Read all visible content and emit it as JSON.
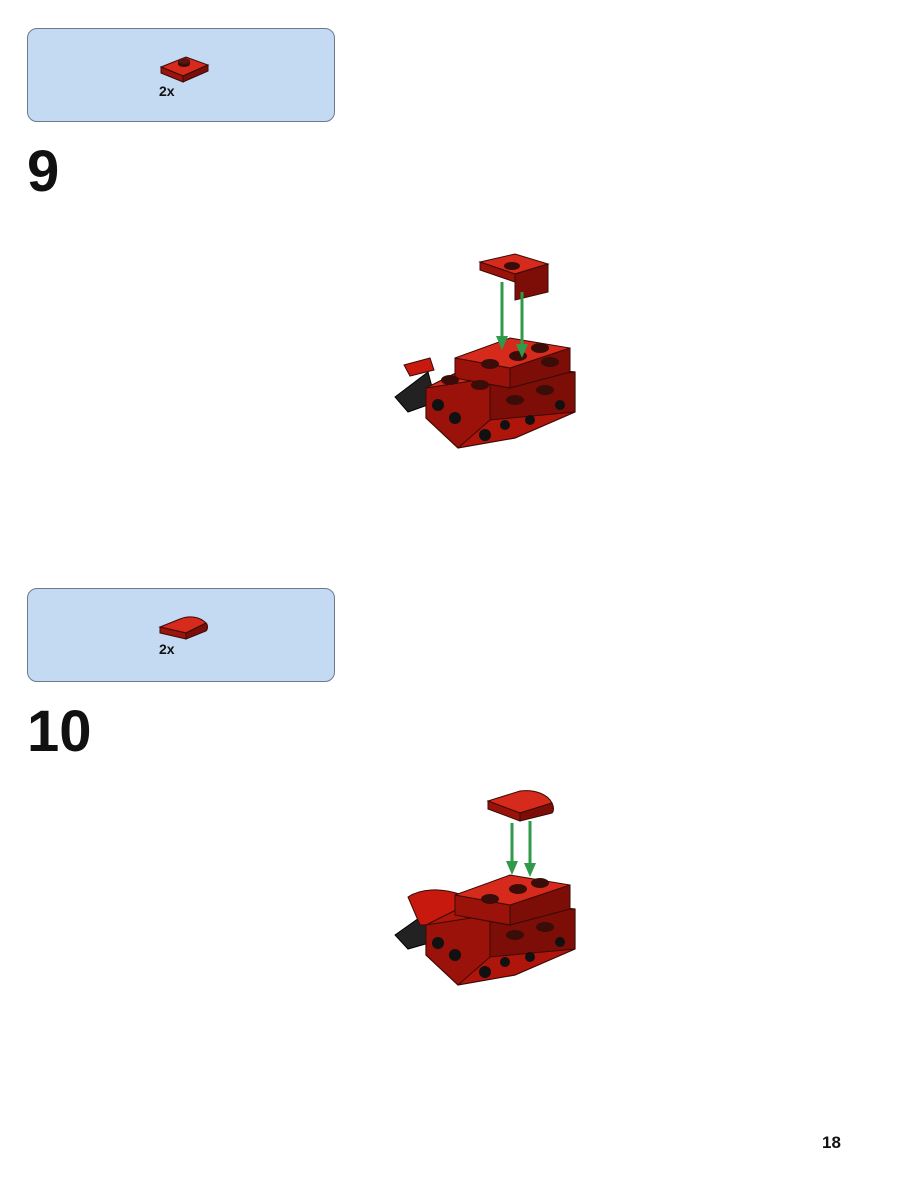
{
  "steps": [
    {
      "number": "9",
      "parts": [
        {
          "quantity": "2x",
          "part": "red-plate-1x2-jumper"
        }
      ]
    },
    {
      "number": "10",
      "parts": [
        {
          "quantity": "2x",
          "part": "red-curved-slope-1x2"
        }
      ]
    }
  ],
  "page_number": "18",
  "colors": {
    "parts_box": "#c4d9f2",
    "brick_red": "#c8190f",
    "arrow_green": "#2f9a4a"
  }
}
